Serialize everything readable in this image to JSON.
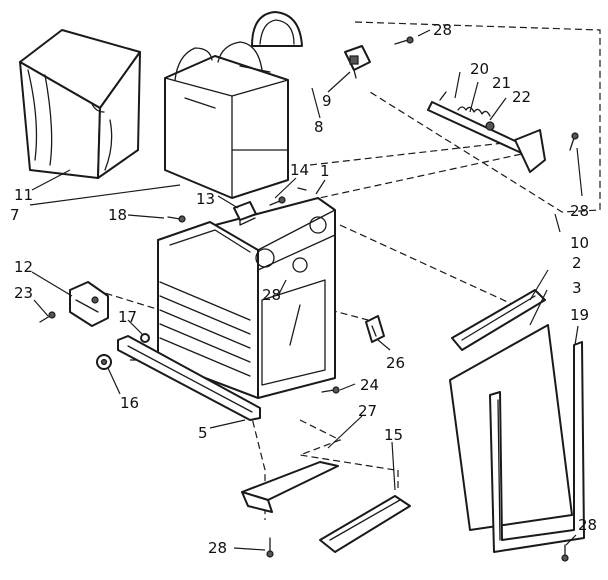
{
  "callouts": [
    {
      "id": "c1",
      "text": "1"
    },
    {
      "id": "c2",
      "text": "2"
    },
    {
      "id": "c3",
      "text": "3"
    },
    {
      "id": "c5",
      "text": "5"
    },
    {
      "id": "c7",
      "text": "7"
    },
    {
      "id": "c8",
      "text": "8"
    },
    {
      "id": "c9",
      "text": "9"
    },
    {
      "id": "c10",
      "text": "10"
    },
    {
      "id": "c11",
      "text": "11"
    },
    {
      "id": "c12",
      "text": "12"
    },
    {
      "id": "c13",
      "text": "13"
    },
    {
      "id": "c14",
      "text": "14"
    },
    {
      "id": "c15",
      "text": "15"
    },
    {
      "id": "c16",
      "text": "16"
    },
    {
      "id": "c17",
      "text": "17"
    },
    {
      "id": "c18",
      "text": "18"
    },
    {
      "id": "c19",
      "text": "19"
    },
    {
      "id": "c20",
      "text": "20"
    },
    {
      "id": "c21",
      "text": "21"
    },
    {
      "id": "c22",
      "text": "22"
    },
    {
      "id": "c23",
      "text": "23"
    },
    {
      "id": "c24",
      "text": "24"
    },
    {
      "id": "c26",
      "text": "26"
    },
    {
      "id": "c27",
      "text": "27"
    },
    {
      "id": "c28a",
      "text": "28"
    },
    {
      "id": "c28b",
      "text": "28"
    },
    {
      "id": "c28c",
      "text": "28"
    },
    {
      "id": "c28d",
      "text": "28"
    },
    {
      "id": "c28e",
      "text": "28"
    }
  ]
}
